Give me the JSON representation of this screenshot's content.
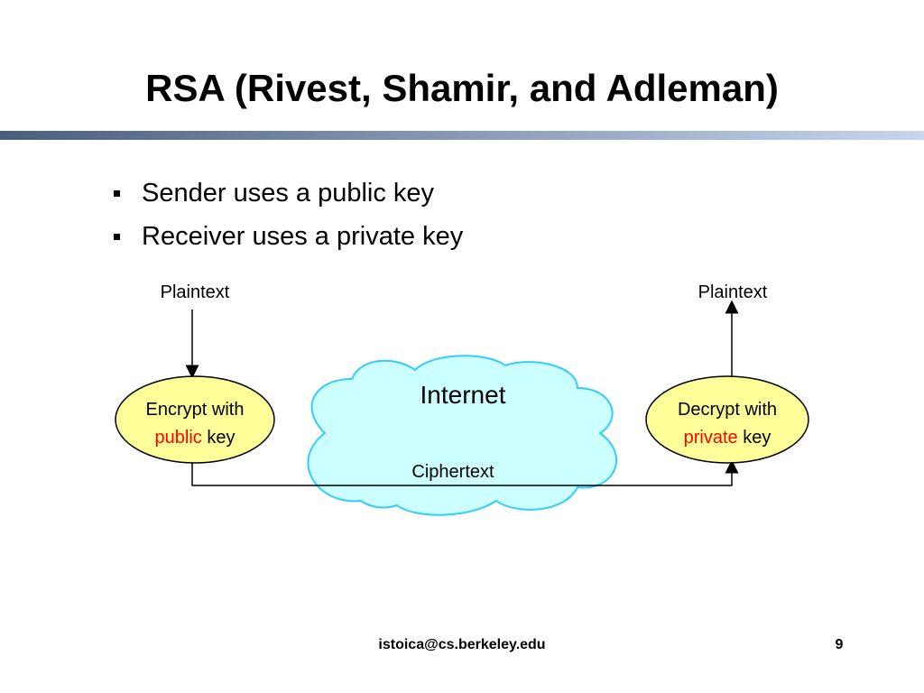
{
  "slide": {
    "title": "RSA  (Rivest, Shamir, and Adleman)",
    "bullets": [
      "Sender uses a public key",
      "Receiver uses a private key"
    ]
  },
  "diagram": {
    "left_label": "Plaintext",
    "right_label": "Plaintext",
    "encrypt": {
      "line1": "Encrypt with",
      "word": "public",
      "suffix": " key"
    },
    "decrypt": {
      "line1": "Decrypt with",
      "word": "private",
      "suffix": " key"
    },
    "cloud_label": "Internet",
    "channel_label": "Ciphertext"
  },
  "footer": {
    "email": "istoica@cs.berkeley.edu",
    "page_number": "9"
  },
  "colors": {
    "node_fill": "#FFFF99",
    "cloud_fill": "#CCFFFF",
    "cloud_stroke": "#33CCFF",
    "key_word": "#FF0000",
    "bar_dark": "#4A5E7E",
    "bar_light": "#C6D6F0"
  }
}
